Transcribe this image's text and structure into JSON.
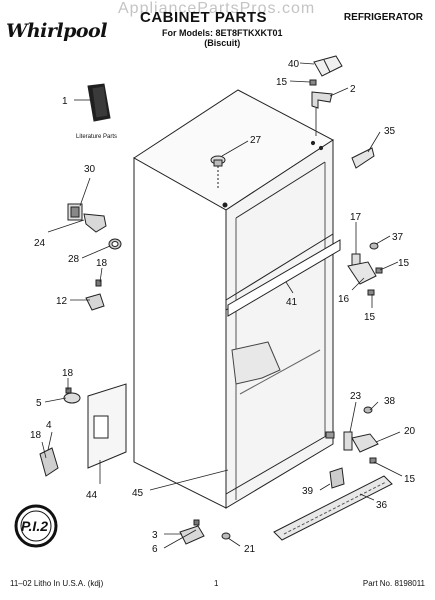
{
  "header": {
    "brand": "Whirlpool",
    "watermark": "AppliancePartsPros.com",
    "title": "CABINET PARTS",
    "models_line": "For Models: 8ET8FTKXKT01",
    "color_line": "(Biscuit)",
    "category": "REFRIGERATOR"
  },
  "diagram": {
    "literature_label": "Literature Parts",
    "callouts": {
      "c1": "1",
      "c2": "2",
      "c3": "3",
      "c4": "4",
      "c5": "5",
      "c6": "6",
      "c12": "12",
      "c15a": "15",
      "c15b": "15",
      "c15c": "15",
      "c15d": "15",
      "c16": "16",
      "c17": "17",
      "c18a": "18",
      "c18b": "18",
      "c18c": "18",
      "c20": "20",
      "c21": "21",
      "c23": "23",
      "c24": "24",
      "c27": "27",
      "c28": "28",
      "c30": "30",
      "c35": "35",
      "c36": "36",
      "c37": "37",
      "c38": "38",
      "c39": "39",
      "c40": "40",
      "c41": "41",
      "c44": "44",
      "c45": "45"
    },
    "stamp_text": "P.I.2"
  },
  "footer": {
    "left": "11–02 Litho In U.S.A. (kdj)",
    "center": "1",
    "right": "Part No. 8198011"
  }
}
